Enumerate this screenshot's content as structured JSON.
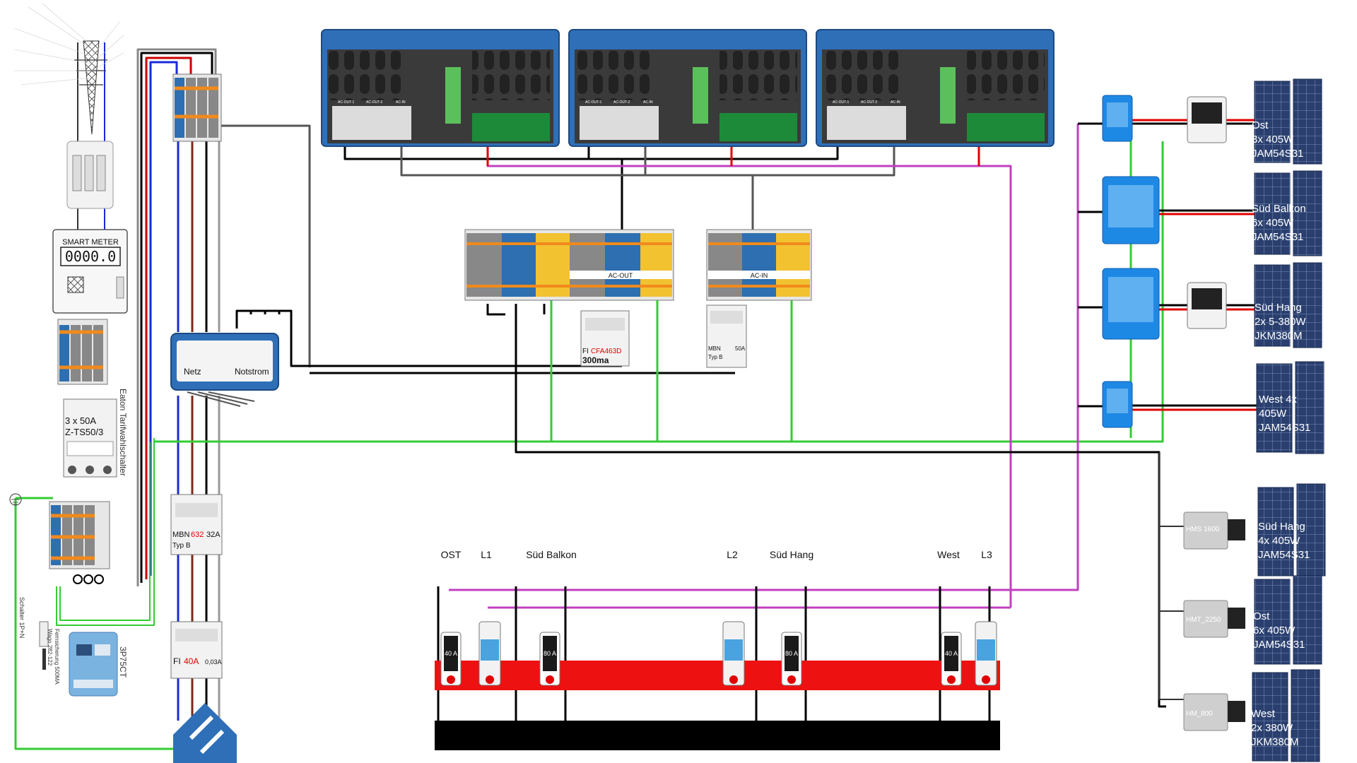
{
  "colors": {
    "black": "#000000",
    "red": "#e00000",
    "magenta": "#c040c0",
    "green": "#33cc33",
    "grey": "#555555",
    "blue": "#1a2ad8",
    "brown": "#7a2a1a",
    "busbar_red": "#ee1111",
    "inverter_blue": "#2f6fb8",
    "mppt_blue": "#1e88e5"
  },
  "meter": {
    "title": "SMART METER",
    "reading": "0000.0"
  },
  "breakers": {
    "main_rating": "3 x 50A",
    "main_model": "Z-TS50/3",
    "tarif_switch": "Eaton Tarifwahlschalter",
    "mbn_model": "MBN",
    "mbn_code": "632",
    "mbn_rating": "32A",
    "mbn_type": "Typ B",
    "fi_label": "FI",
    "fi_rating": "40A",
    "fi_sens": "0,03A",
    "fi_center_label": "FI",
    "fi_center_model": "CFA463D",
    "fi_center_sens": "300ma",
    "mbn_center_model": "MBN",
    "mbn_center_rating": "50A",
    "mbn_center_type": "Typ B"
  },
  "switch": {
    "netz": "Netz",
    "notstrom": "Notstrom"
  },
  "side_labels": {
    "schalter": "Schalter 1P+N",
    "wago": "Wago 282-122",
    "fernsicherung": "Fernsicherung 500MA",
    "meter_model": "3P75CT"
  },
  "terminals": {
    "ac_out": "AC-OUT",
    "ac_in": "AC-IN"
  },
  "inverter_ports": {
    "out1": "AC-OUT-1",
    "out2": "AC-OUT-2",
    "in": "AC-IN"
  },
  "busbar_labels": [
    "OST",
    "L1",
    "Süd Balkon",
    "L2",
    "Süd Hang",
    "West",
    "L3"
  ],
  "fuses": {
    "f40": "40 A",
    "f80": "80 A"
  },
  "pv_upper": [
    {
      "line1": "Ost",
      "line2": "3x 405W",
      "line3": "JAM54S31"
    },
    {
      "line1": "Süd Balkon",
      "line2": "6x 405W",
      "line3": "JAM54S31"
    },
    {
      "line1": "Süd Hang",
      "line2": "2x 5-380W",
      "line3": "JKM380M"
    },
    {
      "line1": "West 4x",
      "line2": "405W",
      "line3": "JAM54S31"
    }
  ],
  "micro_inverters": [
    "HMS 1600",
    "HMT_2250",
    "HM_800"
  ],
  "pv_lower": [
    {
      "line1": "Süd Hang",
      "line2": "4x 405W",
      "line3": "JAM54S31"
    },
    {
      "line1": "Ost",
      "line2": "6x 405W",
      "line3": "JAM54S31"
    },
    {
      "line1": "West",
      "line2": "2x 380W",
      "line3": "JKM380M"
    }
  ]
}
